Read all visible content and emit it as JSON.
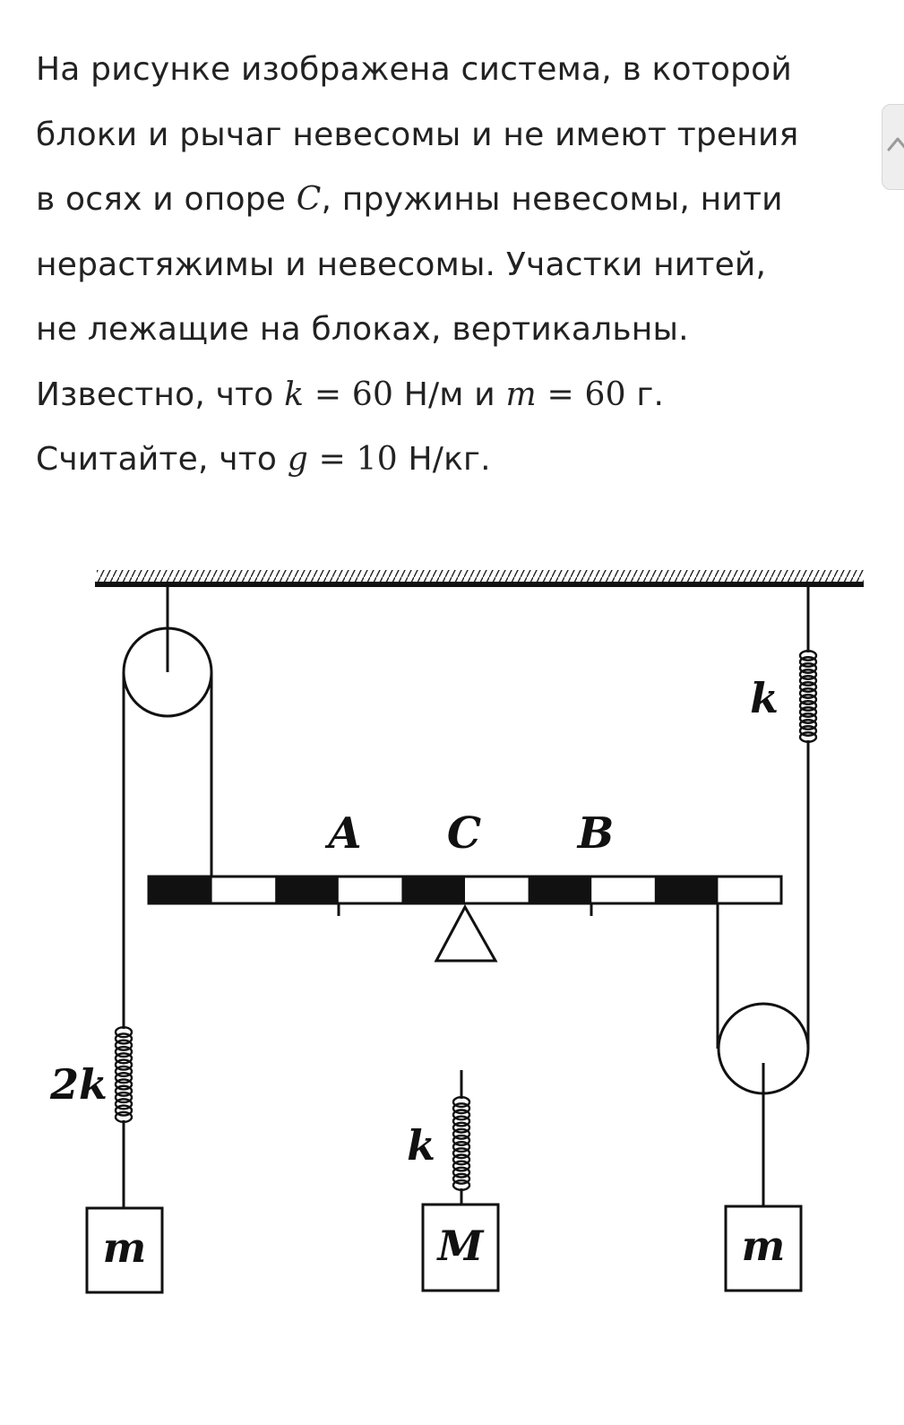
{
  "problem": {
    "line1": "На рисунке изображена система, в которой",
    "line2": "блоки и рычаг невесомы и не имеют трения",
    "line3_before": "в осях и опоре ",
    "line3_var": "C",
    "line3_after": ", пружины невесомы, нити",
    "line4": "нерастяжимы и невесомы. Участки нитей,",
    "line5": "не лежащие на блоках, вертикальны.",
    "line6_before": "Известно, что ",
    "line6_k_var": "k",
    "line6_k_eq": " = 60",
    "line6_k_unit": " Н/м и ",
    "line6_m_var": "m",
    "line6_m_eq": " = 60",
    "line6_m_unit": " г.",
    "line7_before": "Считайте, что ",
    "line7_g_var": "g",
    "line7_g_eq": " = 10",
    "line7_g_unit": " Н/кг."
  },
  "diagram": {
    "labels": {
      "point_a": "A",
      "point_c": "C",
      "point_b": "B",
      "spring_top_right": "k",
      "spring_left": "2k",
      "spring_middle": "k",
      "mass_left": "m",
      "mass_middle": "M",
      "mass_right": "m"
    }
  },
  "icons": {
    "scroll": "chevron-up-icon"
  },
  "colors": {
    "text": "#222222",
    "ink": "#111111",
    "background": "#ffffff"
  }
}
